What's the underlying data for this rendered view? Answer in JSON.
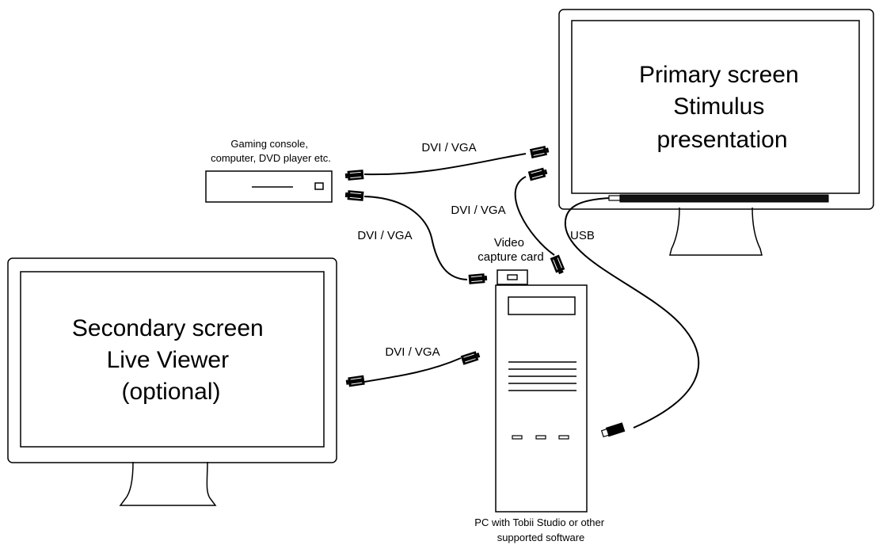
{
  "primary_screen": {
    "lines": [
      "Primary screen",
      "Stimulus",
      "presentation"
    ]
  },
  "secondary_screen": {
    "lines": [
      "Secondary screen",
      "Live Viewer",
      "(optional)"
    ]
  },
  "source_device": {
    "lines": [
      "Gaming console,",
      "computer, DVD player etc."
    ]
  },
  "capture_card": {
    "lines": [
      "Video",
      "capture card"
    ]
  },
  "pc": {
    "lines": [
      "PC with Tobii Studio or other",
      "supported software"
    ]
  },
  "cables": {
    "source_to_primary": "DVI / VGA",
    "pc_to_primary": "DVI / VGA",
    "source_to_capture": "DVI / VGA",
    "pc_to_secondary": "DVI / VGA",
    "usb": "USB"
  }
}
